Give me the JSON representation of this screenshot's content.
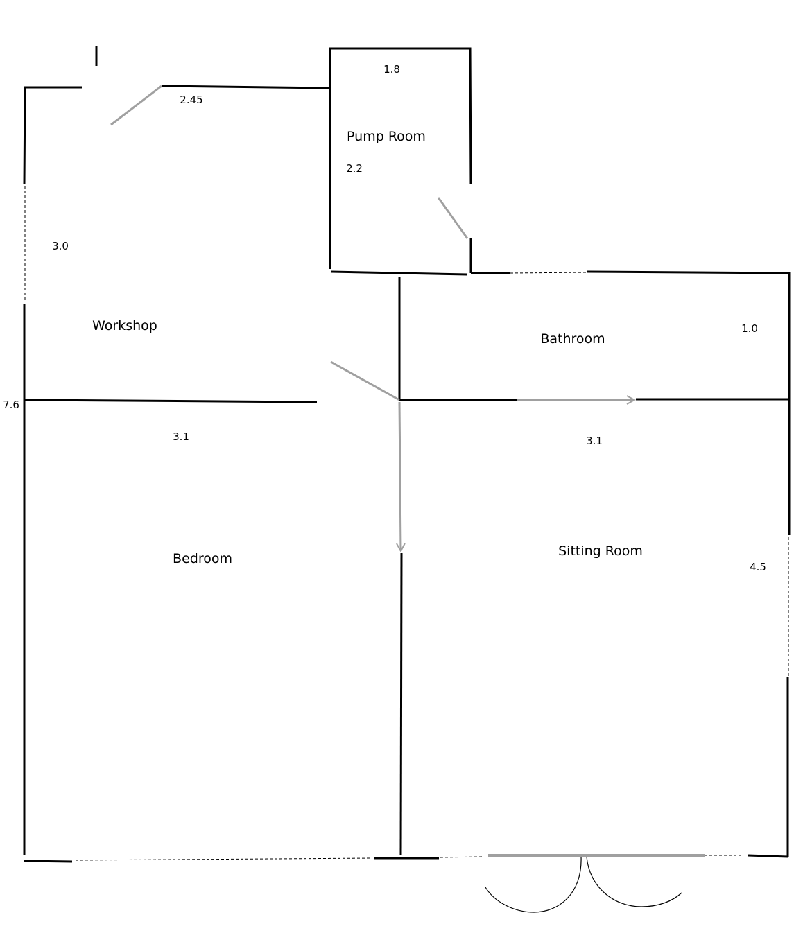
{
  "rooms": {
    "pump_room": "Pump Room",
    "workshop": "Workshop",
    "bathroom": "Bathroom",
    "bedroom": "Bedroom",
    "sitting_room": "Sitting Room"
  },
  "dimensions": {
    "pump_width": "1.8",
    "pump_depth": "2.2",
    "workshop_width": "2.45",
    "workshop_depth": "3.0",
    "bathroom_depth": "1.0",
    "overall_depth": "7.6",
    "bedroom_width": "3.1",
    "sitting_width": "3.1",
    "sitting_depth": "4.5"
  },
  "colors": {
    "wall": "#000000",
    "door": "#a0a0a0"
  }
}
